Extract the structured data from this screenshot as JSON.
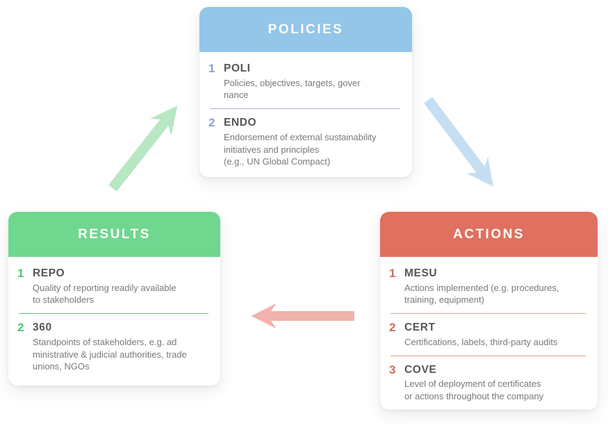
{
  "colors": {
    "policies_accent": "#93c6e9",
    "policies_number": "#8d9ecf",
    "policies_divider": "#a9b3da",
    "results_accent": "#70d78f",
    "results_number": "#47c973",
    "results_divider": "#5ecd80",
    "actions_accent": "#e0705f",
    "actions_number": "#c96e5e",
    "actions_divider": "#ea9c8d",
    "item_title_text": "#55565a",
    "item_desc_text": "#77787b",
    "header_text": "#ffffff"
  },
  "cards": [
    {
      "id": "policies",
      "title": "POLICIES",
      "items": [
        {
          "number": "1",
          "code": "POLI",
          "description": "Policies, objectives, targets, gover\nnance"
        },
        {
          "number": "2",
          "code": "ENDO",
          "description": "Endorsement of external sustainability\ninitiatives and principles\n(e.g., UN Global Compact)"
        }
      ]
    },
    {
      "id": "results",
      "title": "RESULTS",
      "items": [
        {
          "number": "1",
          "code": "REPO",
          "description": "Quality of reporting readily available\nto stakeholders"
        },
        {
          "number": "2",
          "code": "360",
          "description": "Standpoints of stakeholders, e.g. ad\nministrative & judicial authorities, trade\nunions, NGOs"
        }
      ]
    },
    {
      "id": "actions",
      "title": "ACTIONS",
      "items": [
        {
          "number": "1",
          "code": "MESU",
          "description": "Actions implemented (e.g. procedures,\ntraining, equipment)"
        },
        {
          "number": "2",
          "code": "CERT",
          "description": "Certifications, labels, third-party audits"
        },
        {
          "number": "3",
          "code": "COVE",
          "description": "Level of deployment of certificates\nor actions throughout the company"
        }
      ]
    }
  ],
  "arrows": [
    {
      "name": "results-to-policies",
      "color": "#b7e7c3",
      "direction": "up-right"
    },
    {
      "name": "policies-to-actions",
      "color": "#c5def2",
      "direction": "down-right"
    },
    {
      "name": "actions-to-results",
      "color": "#f0b3ad",
      "direction": "left"
    }
  ]
}
